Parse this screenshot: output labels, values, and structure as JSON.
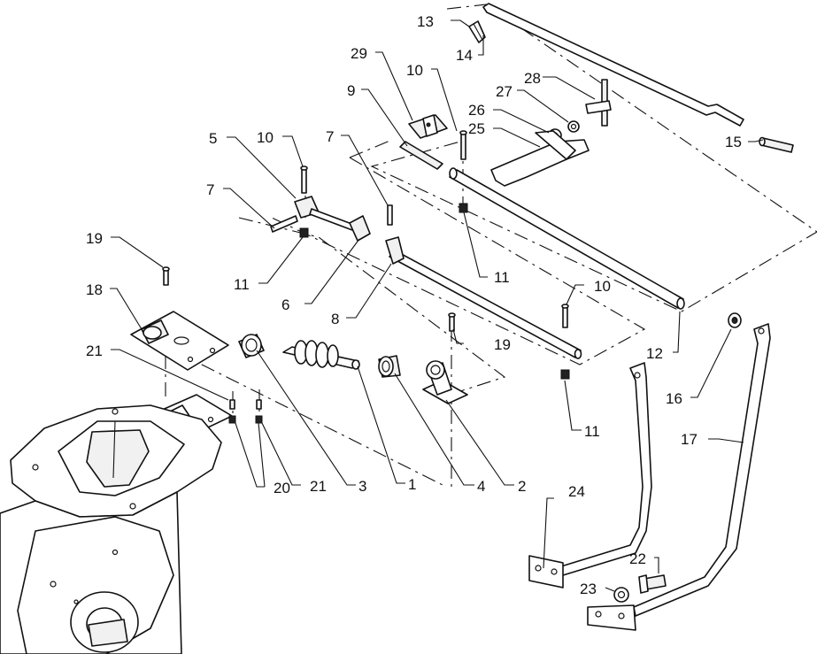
{
  "callouts": [
    {
      "id": "c1",
      "text": "1"
    },
    {
      "id": "c2",
      "text": "2"
    },
    {
      "id": "c3",
      "text": "3"
    },
    {
      "id": "c4",
      "text": "4"
    },
    {
      "id": "c5",
      "text": "5"
    },
    {
      "id": "c6",
      "text": "6"
    },
    {
      "id": "c7a",
      "text": "7"
    },
    {
      "id": "c7b",
      "text": "7"
    },
    {
      "id": "c8",
      "text": "8"
    },
    {
      "id": "c9",
      "text": "9"
    },
    {
      "id": "c10a",
      "text": "10"
    },
    {
      "id": "c10b",
      "text": "10"
    },
    {
      "id": "c10c",
      "text": "10"
    },
    {
      "id": "c11a",
      "text": "11"
    },
    {
      "id": "c11b",
      "text": "11"
    },
    {
      "id": "c11c",
      "text": "11"
    },
    {
      "id": "c12",
      "text": "12"
    },
    {
      "id": "c13",
      "text": "13"
    },
    {
      "id": "c14",
      "text": "14"
    },
    {
      "id": "c15",
      "text": "15"
    },
    {
      "id": "c16",
      "text": "16"
    },
    {
      "id": "c17",
      "text": "17"
    },
    {
      "id": "c18",
      "text": "18"
    },
    {
      "id": "c19a",
      "text": "19"
    },
    {
      "id": "c19b",
      "text": "19"
    },
    {
      "id": "c20",
      "text": "20"
    },
    {
      "id": "c21a",
      "text": "21"
    },
    {
      "id": "c21b",
      "text": "21"
    },
    {
      "id": "c22",
      "text": "22"
    },
    {
      "id": "c23",
      "text": "23"
    },
    {
      "id": "c24",
      "text": "24"
    },
    {
      "id": "c25",
      "text": "25"
    },
    {
      "id": "c26",
      "text": "26"
    },
    {
      "id": "c27",
      "text": "27"
    },
    {
      "id": "c28",
      "text": "28"
    },
    {
      "id": "c29",
      "text": "29"
    }
  ]
}
